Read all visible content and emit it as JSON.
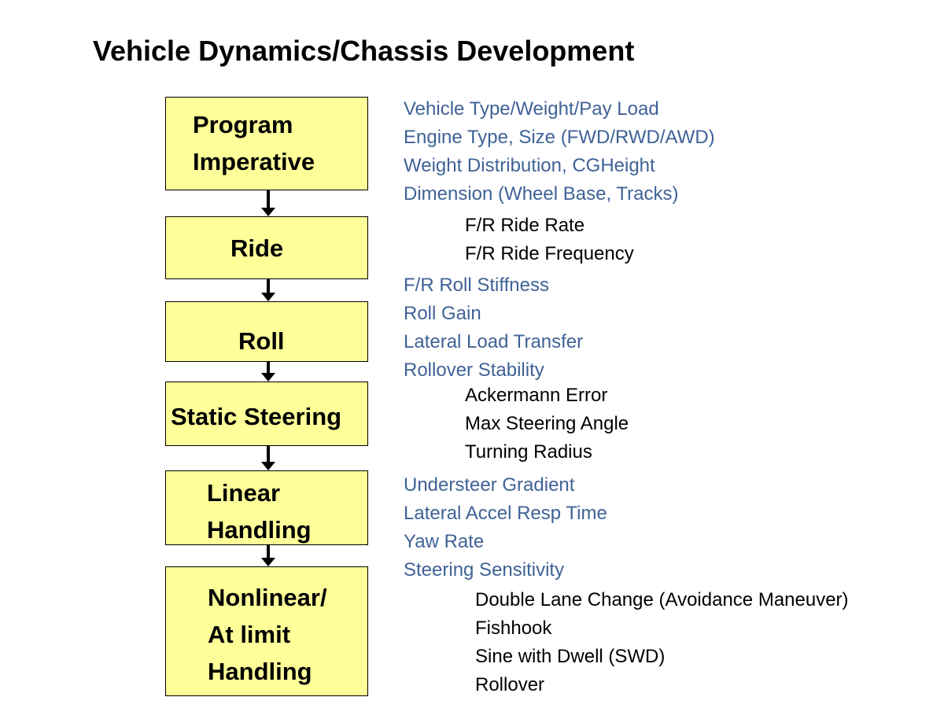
{
  "title": "Vehicle Dynamics/Chassis Development",
  "stages": [
    {
      "label": "Program\nImperative"
    },
    {
      "label": "Ride"
    },
    {
      "label": "Roll"
    },
    {
      "label": "Static Steering"
    },
    {
      "label": "Linear\nHandling"
    },
    {
      "label": "Nonlinear/\nAt limit\nHandling"
    }
  ],
  "details": [
    {
      "style": "primary",
      "items": [
        "Vehicle Type/Weight/Pay Load",
        "Engine Type, Size (FWD/RWD/AWD)",
        "Weight Distribution, CGHeight",
        "Dimension (Wheel Base, Tracks)"
      ]
    },
    {
      "style": "secondary",
      "items": [
        "F/R Ride Rate",
        "F/R Ride Frequency"
      ]
    },
    {
      "style": "primary",
      "items": [
        "F/R Roll Stiffness",
        "Roll Gain",
        "Lateral Load Transfer",
        "Rollover Stability"
      ]
    },
    {
      "style": "secondary",
      "items": [
        "Ackermann Error",
        "Max Steering Angle",
        "Turning Radius"
      ]
    },
    {
      "style": "primary",
      "items": [
        "Understeer Gradient",
        "Lateral Accel Resp Time",
        "Yaw Rate",
        "Steering Sensitivity"
      ]
    },
    {
      "style": "secondary",
      "items": [
        "Double Lane Change (Avoidance Maneuver)",
        "Fishhook",
        "Sine with Dwell (SWD)",
        "Rollover"
      ]
    }
  ],
  "colors": {
    "box_fill": "#ffff99",
    "primary_text": "#3f6296",
    "secondary_text": "#000000"
  }
}
